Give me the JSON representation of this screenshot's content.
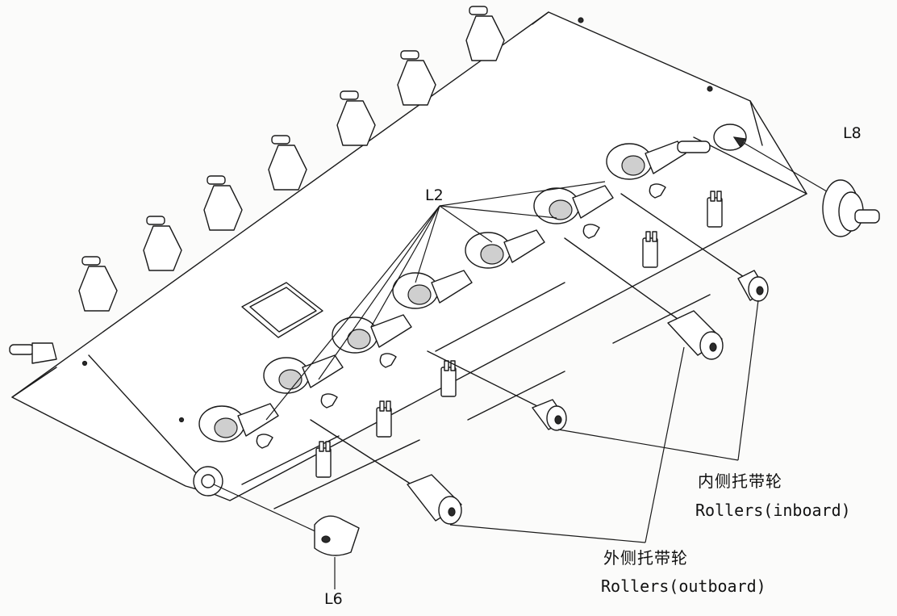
{
  "labels": {
    "l8": "L8",
    "l2": "L2",
    "l6": "L6",
    "inboard_cn": "内侧托带轮",
    "inboard_en": "Rollers(inboard)",
    "outboard_cn": "外侧托带轮",
    "outboard_en": "Rollers(outboard)"
  }
}
